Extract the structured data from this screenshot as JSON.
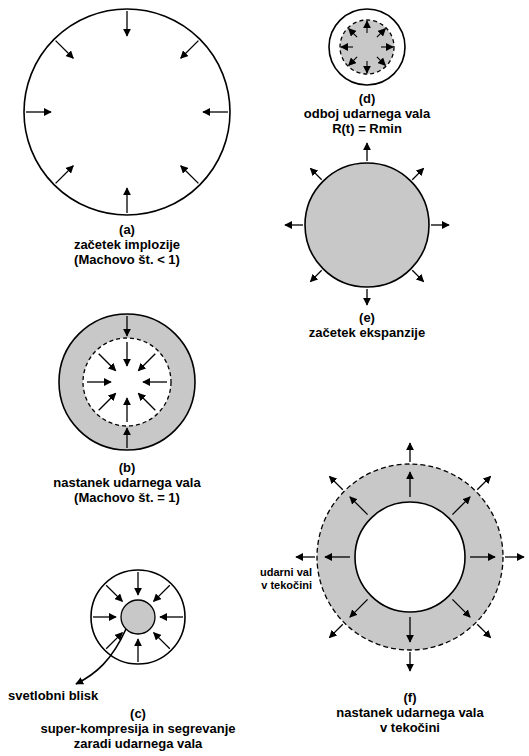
{
  "diagram": {
    "nodes": [
      {
        "text": [
          "(a)",
          "začetek implozije (Machovo št. < 1)"
        ]
      },
      {
        "text": [
          "(b)",
          "nastanek udarnega vala (Machovo št. = 1)"
        ]
      },
      {
        "text": [
          "(c)",
          "super-kompresija in segrevanje zaradi udarnega vala"
        ]
      },
      {
        "text": [
          "(d)",
          "odboj udarnega vala",
          "R(t) = Rmin"
        ]
      },
      {
        "text": [
          "(e)",
          "začetek ekspanzije"
        ]
      },
      {
        "text": [
          "(f)",
          "nastanek udarnega vala v tekočini"
        ]
      }
    ],
    "labels": [
      "svetlobni blisk",
      "udarni val v tekočini"
    ]
  }
}
